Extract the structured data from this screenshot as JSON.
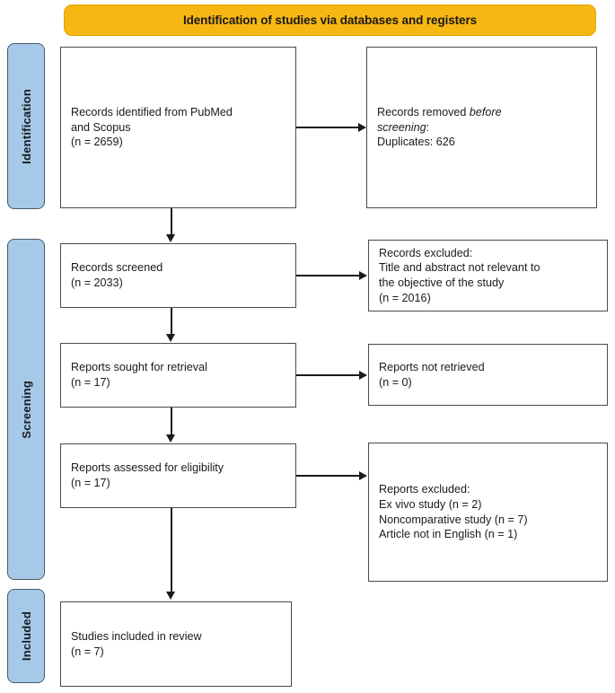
{
  "banner": {
    "title": "Identification of studies via databases and registers",
    "color": "#F6B713"
  },
  "stages": {
    "color": "#A6C9E9",
    "identification": "Identification",
    "screening": "Screening",
    "included": "Included"
  },
  "flow": {
    "identified": {
      "text": "Records identified from PubMed\nand Scopus\n(n = 2659)",
      "label": "Records identified from PubMed and Scopus",
      "n": 2659
    },
    "removed": {
      "line1": "Records removed ",
      "italic1": "before",
      "line2": "screening",
      "line3": ":",
      "line4": "    Duplicates: 626",
      "duplicates": 626
    },
    "screened": {
      "text": "Records screened\n(n = 2033)",
      "label": "Records screened",
      "n": 2033
    },
    "records_excluded": {
      "text": "Records excluded:\nTitle and abstract not relevant to\nthe objective of the study\n(n = 2016)",
      "label": "Records excluded",
      "n": 2016
    },
    "sought": {
      "text": "Reports sought for retrieval\n(n = 17)",
      "label": "Reports sought for retrieval",
      "n": 17
    },
    "not_retrieved": {
      "text": "Reports not retrieved\n(n = 0)",
      "label": "Reports not retrieved",
      "n": 0
    },
    "assessed": {
      "text": "Reports assessed for eligibility\n(n = 17)",
      "label": "Reports assessed for eligibility",
      "n": 17
    },
    "reports_excluded": {
      "text": "Reports excluded:\n    Ex vivo study (n = 2)\n    Noncomparative study (n = 7)\n    Article not in English (n = 1)",
      "label": "Reports excluded",
      "reasons": [
        {
          "reason": "Ex vivo study",
          "n": 2
        },
        {
          "reason": "Noncomparative study",
          "n": 7
        },
        {
          "reason": "Article not in English",
          "n": 1
        }
      ]
    },
    "included": {
      "text": "Studies included in review\n(n = 7)",
      "label": "Studies included in review",
      "n": 7
    }
  }
}
